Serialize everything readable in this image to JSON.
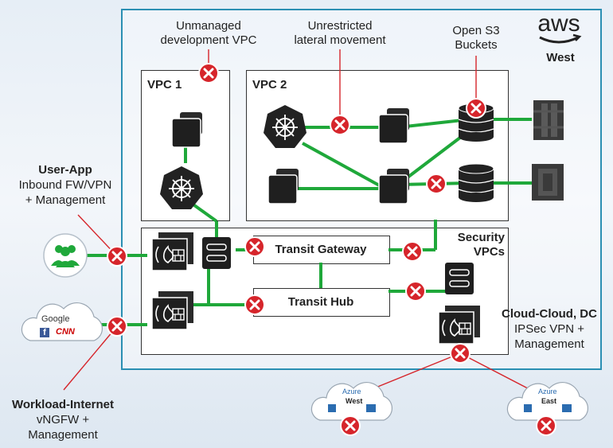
{
  "annotations": {
    "unmanaged": [
      "Unmanaged",
      "development VPC"
    ],
    "lateral": [
      "Unrestricted",
      "lateral movement"
    ],
    "s3": [
      "Open S3",
      "Buckets"
    ]
  },
  "aws": {
    "logo": "aws",
    "region": "West"
  },
  "vpc1": {
    "label": "VPC 1"
  },
  "vpc2": {
    "label": "VPC 2"
  },
  "security": {
    "label_line1": "Security",
    "label_line2": "VPCs"
  },
  "transit_gateway": {
    "label": "Transit Gateway"
  },
  "transit_hub": {
    "label": "Transit Hub"
  },
  "user_app": {
    "title": "User-App",
    "line2": "Inbound FW/VPN",
    "line3": "+ Management"
  },
  "workload": {
    "title": "Workload-Internet",
    "line2": "vNGFW +",
    "line3": "Management"
  },
  "cloud_dc": {
    "title": "Cloud-Cloud, DC",
    "line2": "IPSec VPN +",
    "line3": "Management"
  },
  "internet_cloud": {
    "google": "Google",
    "facebook": "f",
    "cnn": "CNN"
  },
  "azure_west": {
    "brand": "Azure",
    "region": "West"
  },
  "azure_east": {
    "brand": "Azure",
    "region": "East"
  },
  "colors": {
    "link": "#1fa83a",
    "threat": "#d6252b",
    "aws_border": "#2b8fb3",
    "node": "#2a2a2a"
  }
}
